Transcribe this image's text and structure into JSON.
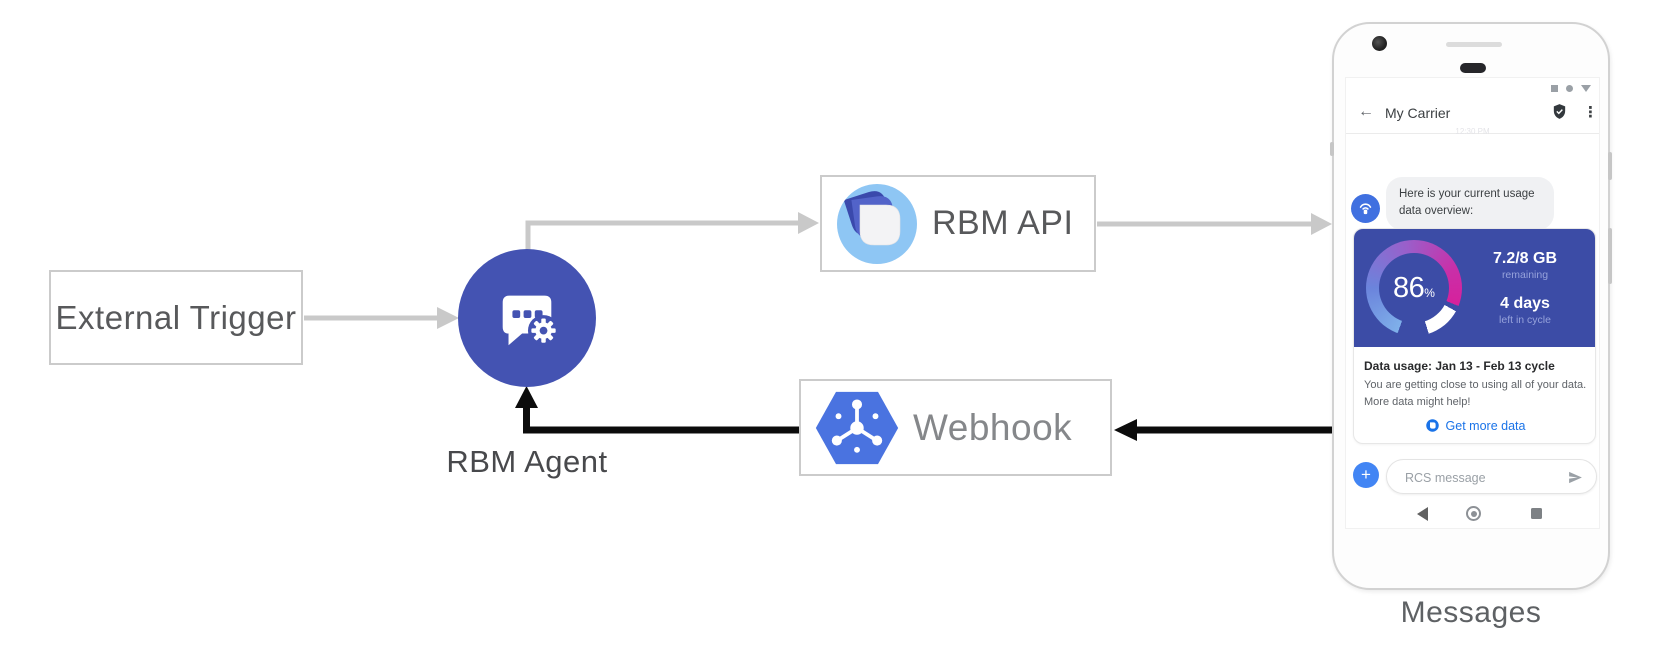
{
  "diagram": {
    "external_trigger_label": "External Trigger",
    "rbm_agent_label": "RBM Agent",
    "rbm_api_label": "RBM API",
    "webhook_label": "Webhook",
    "phone_caption": "Messages"
  },
  "phone": {
    "header": {
      "back_icon": "←",
      "title": "My Carrier",
      "menu_icon": "⋮"
    },
    "timestamp": "12:30 PM",
    "agent_message": {
      "line1": "Here is your current usage",
      "line2": "data overview:"
    },
    "usage_card": {
      "percent": "86",
      "percent_sign": "%",
      "remaining_value": "7.2/8 GB",
      "remaining_label": "remaining",
      "cycle_value": "4 days",
      "cycle_label": "left in cycle",
      "title": "Data usage: Jan 13 - Feb 13 cycle",
      "body_line1": "You are getting close to using all of your data.",
      "body_line2": "More data might help!",
      "action_label": "Get more data"
    },
    "compose": {
      "plus_label": "+",
      "placeholder": "RCS message"
    }
  },
  "colors": {
    "agent_indigo": "#4453b2",
    "card_indigo": "#3c4ca6",
    "gauge_start_blue": "#7fb0ea",
    "gauge_end_magenta": "#d6219c",
    "google_blue": "#4285f4",
    "link_blue": "#1a73e8",
    "gray_connector": "#c9c9c9",
    "black_connector": "#0c0c0c"
  }
}
